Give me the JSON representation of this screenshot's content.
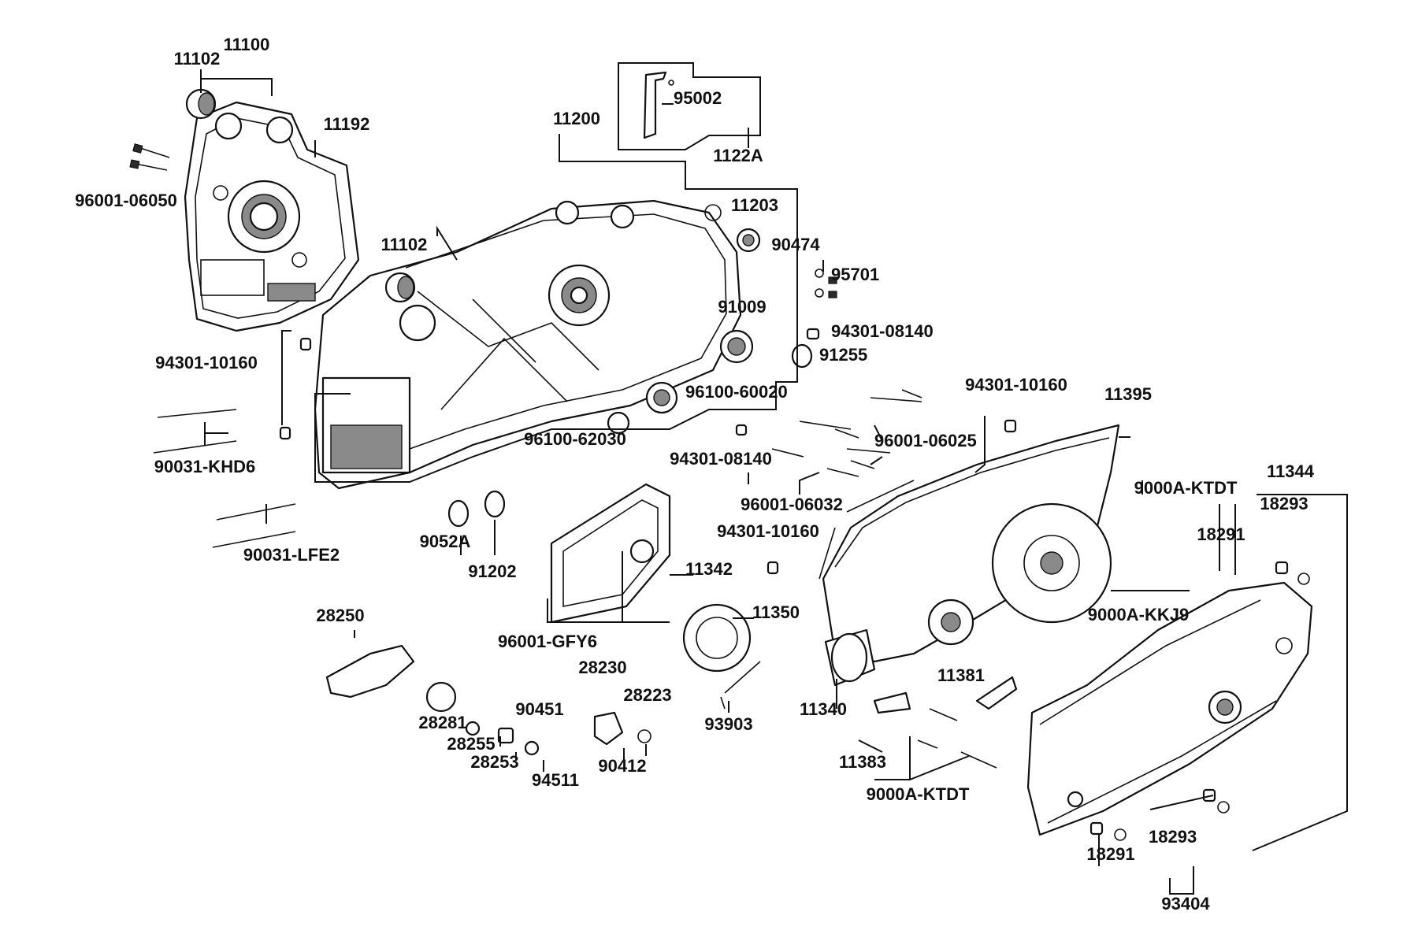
{
  "labels": [
    "11100",
    "11102",
    "11192",
    "96001-06050",
    "11102",
    "11200",
    "95002",
    "1122A",
    "11203",
    "90474",
    "95701",
    "91009",
    "94301-08140",
    "91255",
    "94301-10160",
    "96100-60020",
    "90031-KHD6",
    "96100-62030",
    "94301-10160",
    "11395",
    "94301-08140",
    "96001-06025",
    "96001-06032",
    "9000A-KTDT",
    "11344",
    "18293",
    "9052A",
    "91202",
    "90031-LFE2",
    "94301-10160",
    "11342",
    "18291",
    "9000A-KKJ9",
    "28250",
    "96001-GFY6",
    "11350",
    "28230",
    "28223",
    "11340",
    "11381",
    "28281",
    "90451",
    "28255",
    "28253",
    "93903",
    "90412",
    "94511",
    "11383",
    "9000A-KTDT",
    "18293",
    "18291",
    "93404"
  ]
}
